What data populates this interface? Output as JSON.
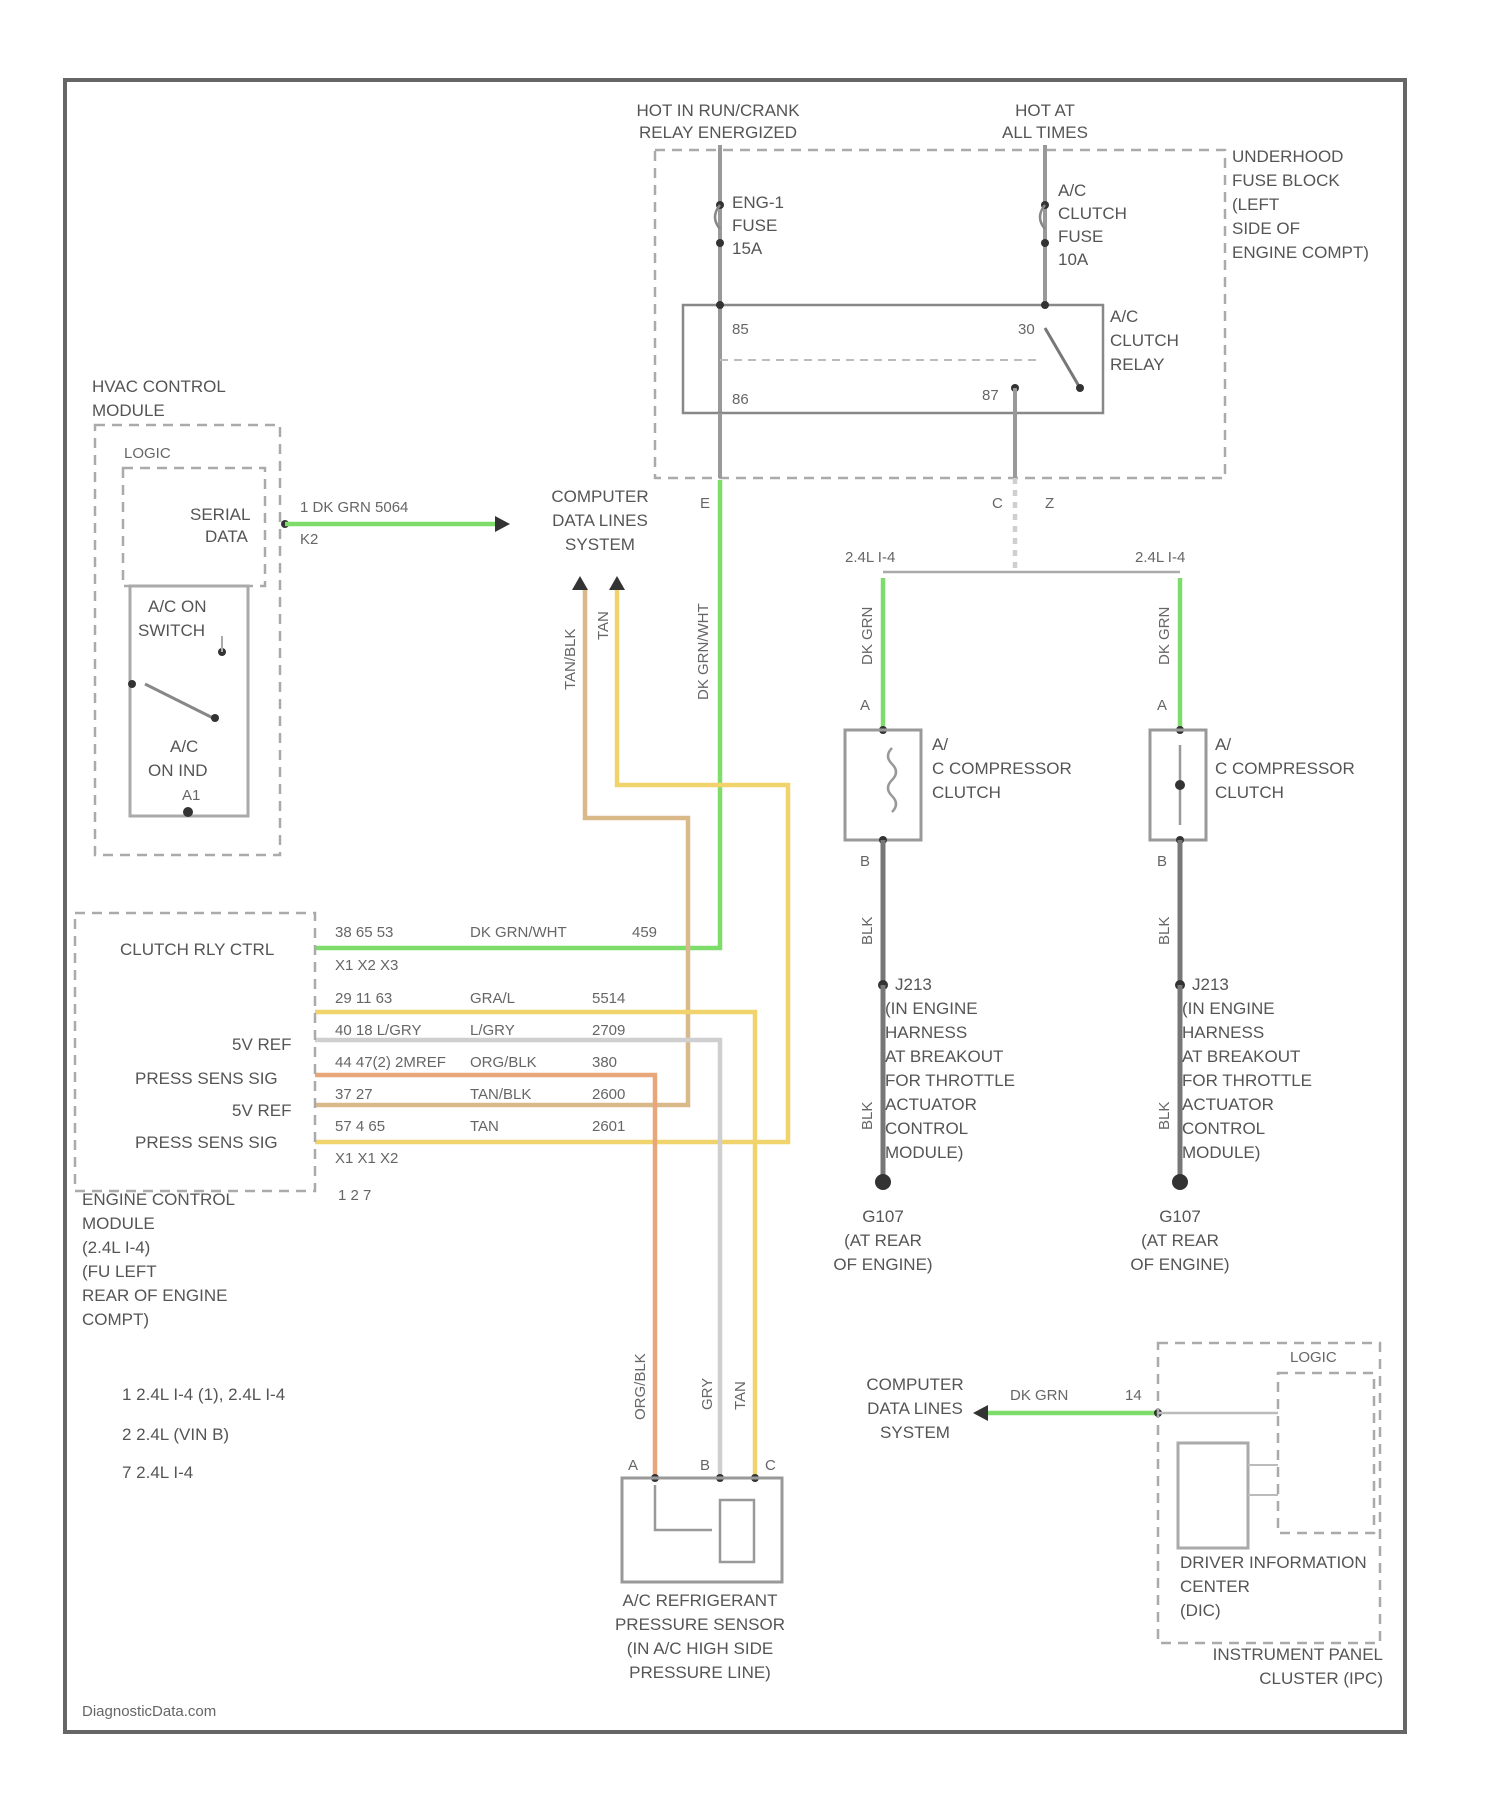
{
  "power": {
    "run_crank": [
      "HOT IN RUN/CRANK",
      "RELAY ENERGIZED"
    ],
    "all_times": [
      "HOT AT",
      "ALL TIMES"
    ]
  },
  "fuse_block": [
    "UNDERHOOD",
    "FUSE BLOCK",
    "(LEFT",
    "SIDE OF",
    "ENGINE COMPT)"
  ],
  "fuse_eng": [
    "ENG-1",
    "FUSE",
    "15A"
  ],
  "fuse_ac": [
    "A/C",
    "CLUTCH",
    "FUSE",
    "10A"
  ],
  "relay": {
    "label": [
      "A/C",
      "CLUTCH",
      "RELAY"
    ],
    "pins": [
      "85",
      "86",
      "30",
      "87"
    ]
  },
  "fuse_block_pins": {
    "left": "E",
    "right_a": "C",
    "right_b": "Z"
  },
  "hvac": {
    "title": [
      "HVAC CONTROL",
      "MODULE"
    ],
    "logic": "LOGIC",
    "serial": [
      "SERIAL",
      "DATA"
    ],
    "pin": "K2",
    "wire": "1  DK GRN   5064",
    "switch": [
      "A/C ON",
      "SWITCH"
    ],
    "ind": [
      "A/C",
      "ON IND"
    ],
    "ind_pin": "A1"
  },
  "data_lines_top": [
    "COMPUTER",
    "DATA LINES",
    "SYSTEM"
  ],
  "vertical_wires": {
    "tan_blk": "TAN/BLK",
    "tan": "TAN",
    "dk_grn_wht": "DK GRN/WHT"
  },
  "engine_labels": {
    "left": "2.4L I-4",
    "right": "2.4L I-4"
  },
  "clutch": {
    "label": [
      "A/",
      "C COMPRESSOR",
      "CLUTCH"
    ],
    "top_pin": "A",
    "bottom_pin": "B",
    "wire_top": "DK GRN",
    "wire_bottom": "BLK"
  },
  "splice": [
    "J213",
    "(IN ENGINE",
    "HARNESS",
    "AT BREAKOUT",
    "FOR THROTTLE",
    "ACTUATOR",
    "CONTROL",
    "MODULE)"
  ],
  "splice_pin": "BLK",
  "ground": [
    "G107",
    "(AT REAR",
    "OF ENGINE)"
  ],
  "ecm": {
    "rows": [
      {
        "pins": "38    65    53",
        "label": "CLUTCH RLY CTRL",
        "wire": "DK GRN/WHT",
        "circuit": "459"
      },
      {
        "pins": "X1    X2    X3",
        "label": "",
        "wire": "",
        "circuit": ""
      },
      {
        "pins": "29    11    63",
        "label": "",
        "wire": "GRA/L",
        "circuit": "5514"
      },
      {
        "pins": "40    18    L/GRY",
        "label": "",
        "wire": "L/GRY",
        "circuit": "2709"
      },
      {
        "pins": "44  47(2)  2MREF",
        "label": "5V REF",
        "wire": "ORG/BLK",
        "circuit": "380"
      },
      {
        "pins": "37    27",
        "label": "PRESS SENS SIG",
        "wire": "TAN/BLK",
        "circuit": "2600"
      },
      {
        "pins": "57    4  65",
        "label": "5V REF",
        "wire": "TAN",
        "circuit": "2601"
      },
      {
        "pins": "X1    X1    X2",
        "label": "PRESS SENS SIG",
        "wire": "",
        "circuit": ""
      }
    ],
    "bottom_pins": "1      2      7",
    "title": [
      "ENGINE CONTROL",
      "MODULE",
      "(2.4L I-4)",
      "(FU LEFT",
      "REAR OF ENGINE",
      "COMPT)"
    ]
  },
  "notes": [
    "1   2.4L I-4 (1), 2.4L I-4",
    "2   2.4L (VIN B)",
    "7   2.4L I-4"
  ],
  "sensor": {
    "wires": {
      "org_blk": "ORG/BLK",
      "gry": "GRY",
      "tan": "TAN"
    },
    "pins": [
      "A",
      "B",
      "C"
    ],
    "label": [
      "A/C REFRIGERANT",
      "PRESSURE SENSOR",
      "(IN A/C HIGH SIDE",
      "PRESSURE LINE)"
    ]
  },
  "data_lines_bottom": [
    "COMPUTER",
    "DATA LINES",
    "SYSTEM"
  ],
  "ipc": {
    "wire": "DK GRN",
    "pin": "14",
    "logic": "LOGIC",
    "dic": [
      "DRIVER INFORMATION",
      "CENTER",
      "(DIC)"
    ],
    "title": [
      "INSTRUMENT PANEL",
      "CLUSTER (IPC)"
    ]
  },
  "watermark": "DiagnosticData.com",
  "colors": {
    "green": "#7ddc6a",
    "yellow": "#f1d36b",
    "tan": "#d9b88a",
    "orange": "#e8a77a",
    "light_gray": "#cfcfcf",
    "gray": "#999999",
    "dark": "#777777"
  }
}
